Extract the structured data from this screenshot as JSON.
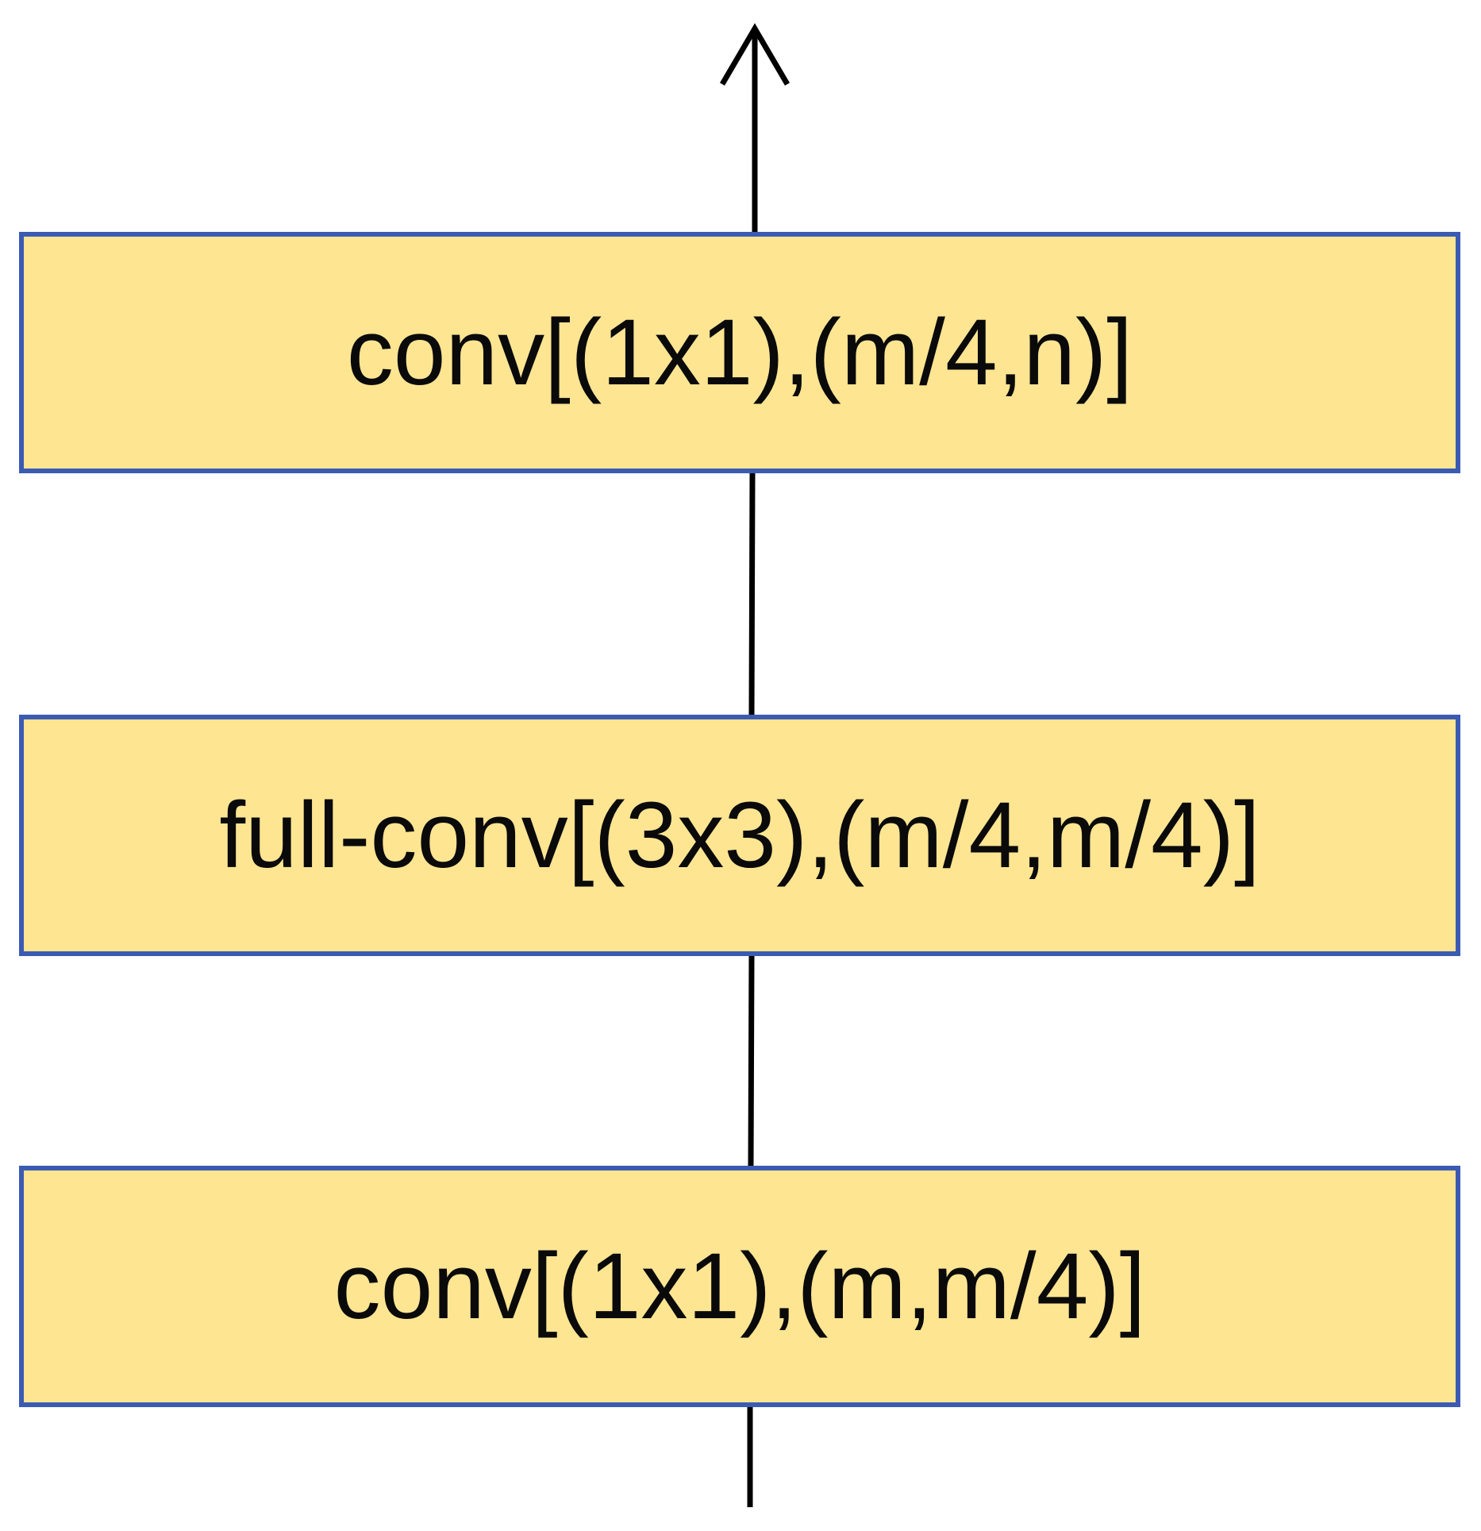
{
  "diagram": {
    "block_fill": "#fde592",
    "block_border": "#3b5bb3",
    "line_color": "#000000",
    "blocks": {
      "top": {
        "label": "conv[(1x1),(m/4,n)]"
      },
      "middle": {
        "label": "full-conv[(3x3),(m/4,m/4)]"
      },
      "bottom": {
        "label": "conv[(1x1),(m,m/4)]"
      }
    },
    "flow_direction": "bottom-to-top"
  }
}
